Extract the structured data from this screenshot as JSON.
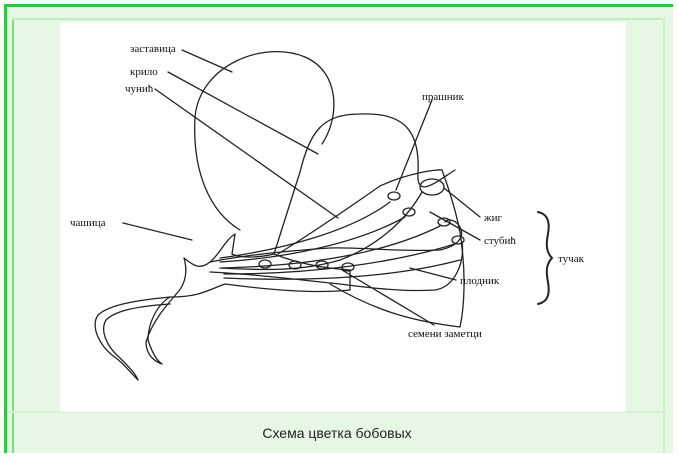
{
  "caption": "Схема цветка бобовых",
  "labels": {
    "zastavica": "заставица",
    "krilo": "крило",
    "chuncic": "чунић",
    "prashnik": "прашник",
    "chashica": "чашица",
    "zhig": "жиг",
    "stubic": "стубић",
    "tuchak": "тучак",
    "plodnik": "плодник",
    "semeni_zametci": "семени заметци"
  },
  "colors": {
    "frame_bg": "#e6f7e3",
    "frame_border": "#2fc83a",
    "line": "#222222"
  }
}
